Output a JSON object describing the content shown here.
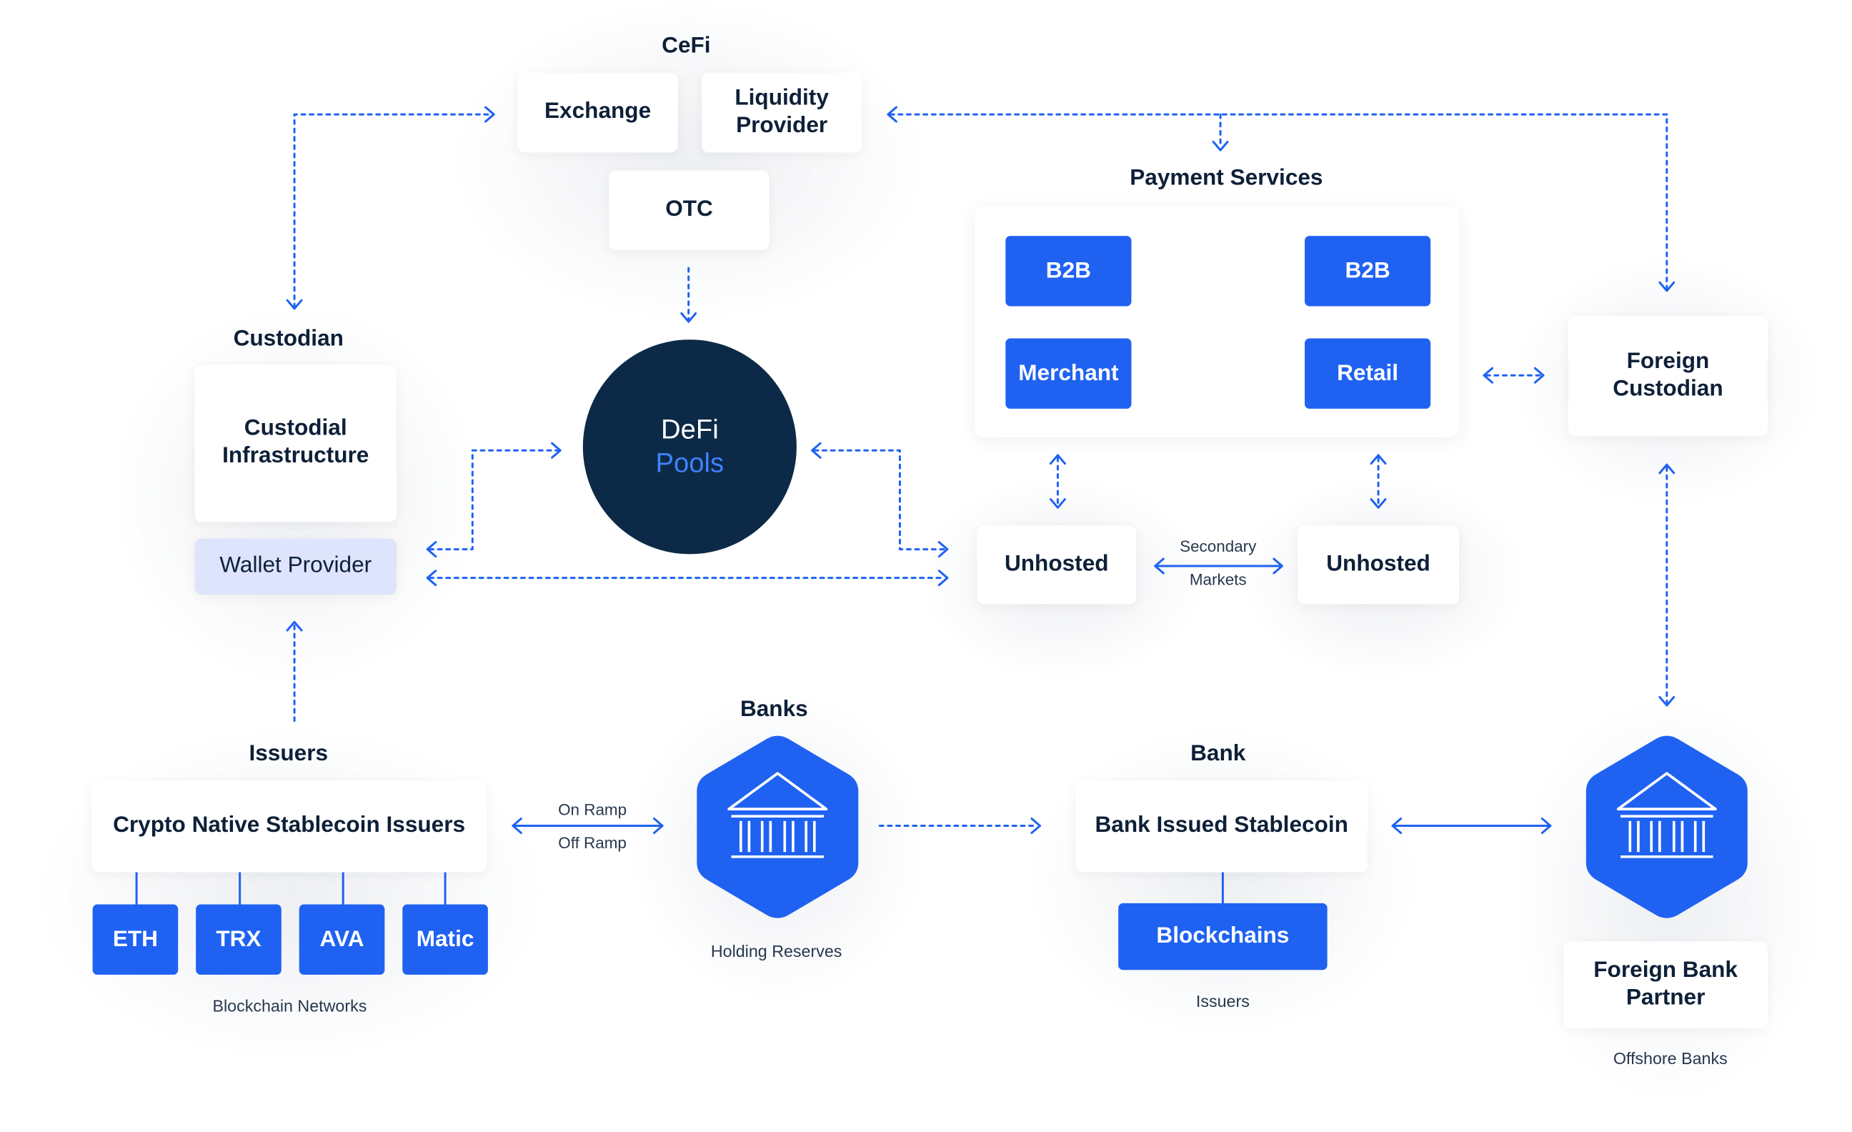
{
  "colors": {
    "accent": "#1f62f2",
    "navy": "#0c2a47",
    "text": "#0d2038",
    "wallet_fill": "#dde4fb"
  },
  "cefi": {
    "heading": "CeFi",
    "exchange": "Exchange",
    "liquidity_provider": "Liquidity Provider",
    "otc": "OTC"
  },
  "custodian": {
    "heading": "Custodian",
    "infrastructure": "Custodial Infrastructure",
    "wallet_provider": "Wallet Provider"
  },
  "defi": {
    "line1": "DeFi",
    "line2": "Pools"
  },
  "payment_services": {
    "heading": "Payment Services",
    "b2b_left": "B2B",
    "b2b_right": "B2B",
    "merchant": "Merchant",
    "retail": "Retail"
  },
  "foreign_custodian": {
    "label": "Foreign Custodian"
  },
  "unhosted": {
    "left": "Unhosted",
    "right": "Unhosted",
    "edge_top": "Secondary",
    "edge_bottom": "Markets"
  },
  "issuers": {
    "heading": "Issuers",
    "label": "Crypto Native Stablecoin Issuers",
    "networks": [
      "ETH",
      "TRX",
      "AVA",
      "Matic"
    ],
    "caption": "Blockchain Networks"
  },
  "ramp": {
    "top": "On Ramp",
    "bottom": "Off Ramp"
  },
  "banks": {
    "heading": "Banks",
    "icon": "bank-building-icon",
    "caption": "Holding Reserves"
  },
  "bank": {
    "heading": "Bank",
    "label": "Bank Issued Stablecoin",
    "blockchains": "Blockchains",
    "caption": "Issuers"
  },
  "foreign_bank": {
    "icon": "bank-building-icon",
    "label": "Foreign Bank Partner",
    "caption": "Offshore Banks"
  }
}
